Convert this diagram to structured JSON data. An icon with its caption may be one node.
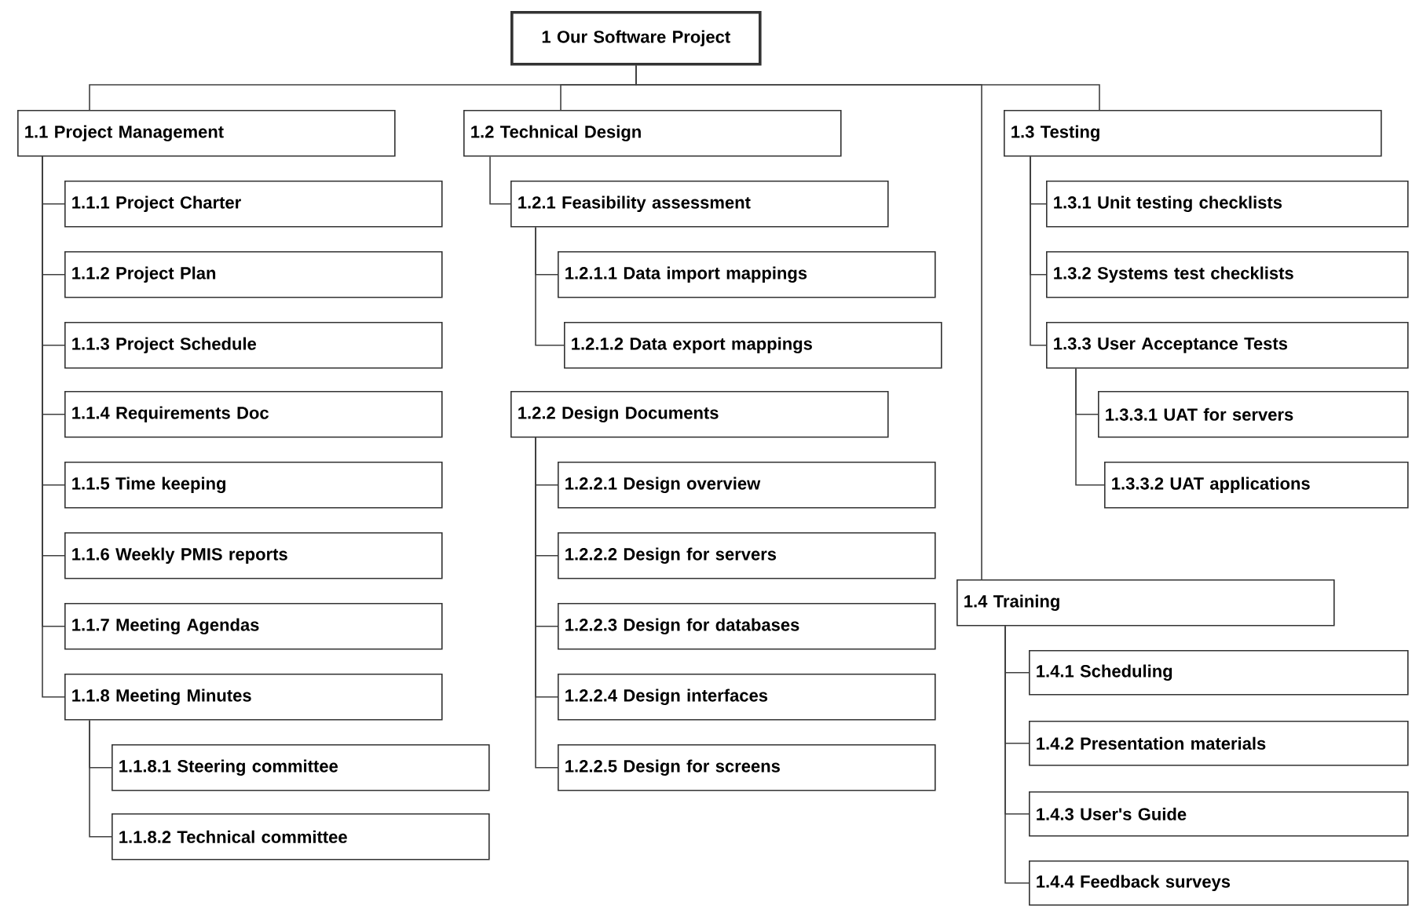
{
  "diagram": {
    "nodes": [
      {
        "text": [
          "1 Our Software Project"
        ]
      },
      {
        "text": [
          "1.1 Project Management"
        ]
      },
      {
        "text": [
          "1.1.1 Project Charter"
        ]
      },
      {
        "text": [
          "1.1.2 Project Plan"
        ]
      },
      {
        "text": [
          "1.1.3 Project Schedule"
        ]
      },
      {
        "text": [
          "1.1.4 Requirements Doc"
        ]
      },
      {
        "text": [
          "1.1.5 Time keeping"
        ]
      },
      {
        "text": [
          "1.1.6 Weekly PMIS reports"
        ]
      },
      {
        "text": [
          "1.1.7 Meeting Agendas"
        ]
      },
      {
        "text": [
          "1.1.8 Meeting Minutes"
        ]
      },
      {
        "text": [
          "1.1.8.1 Steering committee"
        ]
      },
      {
        "text": [
          "1.1.8.2 Technical committee"
        ]
      },
      {
        "text": [
          "1.2 Technical Design"
        ]
      },
      {
        "text": [
          "1.2.1 Feasibility assessment"
        ]
      },
      {
        "text": [
          "1.2.1.1 Data import mappings"
        ]
      },
      {
        "text": [
          "1.2.1.2 Data export mappings"
        ]
      },
      {
        "text": [
          "1.2.2 Design Documents"
        ]
      },
      {
        "text": [
          "1.2.2.1 Design overview"
        ]
      },
      {
        "text": [
          "1.2.2.2 Design for servers"
        ]
      },
      {
        "text": [
          "1.2.2.3 Design for databases"
        ]
      },
      {
        "text": [
          "1.2.2.4 Design interfaces"
        ]
      },
      {
        "text": [
          "1.2.2.5 Design for screens"
        ]
      },
      {
        "text": [
          "1.3 Testing"
        ]
      },
      {
        "text": [
          "1.3.1 Unit testing checklists"
        ]
      },
      {
        "text": [
          "1.3.2 Systems test checklists"
        ]
      },
      {
        "text": [
          "1.3.3 User Acceptance Tests"
        ]
      },
      {
        "text": [
          "1.3.3.1 UAT for servers"
        ]
      },
      {
        "text": [
          "1.3.3.2 UAT applications"
        ]
      },
      {
        "text": [
          "1.4 Training"
        ]
      },
      {
        "text": [
          "1.4.1 Scheduling"
        ]
      },
      {
        "text": [
          "1.4.2 Presentation materials"
        ]
      },
      {
        "text": [
          "1.4.3 User's Guide"
        ]
      },
      {
        "text": [
          "1.4.4 Feedback surveys"
        ]
      }
    ],
    "edges": [
      {
        "from": 0,
        "to": 1,
        "arrow": "none"
      },
      {
        "from": 0,
        "to": 12,
        "arrow": "none"
      },
      {
        "from": 0,
        "to": 22,
        "arrow": "none"
      },
      {
        "from": 0,
        "to": 28,
        "arrow": "none"
      },
      {
        "from": 1,
        "to": 2,
        "arrow": "none"
      },
      {
        "from": 1,
        "to": 3,
        "arrow": "none"
      },
      {
        "from": 1,
        "to": 4,
        "arrow": "none"
      },
      {
        "from": 1,
        "to": 5,
        "arrow": "none"
      },
      {
        "from": 1,
        "to": 6,
        "arrow": "none"
      },
      {
        "from": 1,
        "to": 7,
        "arrow": "none"
      },
      {
        "from": 1,
        "to": 8,
        "arrow": "none"
      },
      {
        "from": 1,
        "to": 9,
        "arrow": "none"
      },
      {
        "from": 9,
        "to": 10,
        "arrow": "none"
      },
      {
        "from": 9,
        "to": 11,
        "arrow": "none"
      },
      {
        "from": 12,
        "to": 13,
        "arrow": "none"
      },
      {
        "from": 13,
        "to": 14,
        "arrow": "none"
      },
      {
        "from": 13,
        "to": 15,
        "arrow": "none"
      },
      {
        "from": 16,
        "to": 17,
        "arrow": "none"
      },
      {
        "from": 16,
        "to": 18,
        "arrow": "none"
      },
      {
        "from": 16,
        "to": 19,
        "arrow": "none"
      },
      {
        "from": 16,
        "to": 20,
        "arrow": "none"
      },
      {
        "from": 16,
        "to": 21,
        "arrow": "none"
      },
      {
        "from": 22,
        "to": 23,
        "arrow": "none"
      },
      {
        "from": 22,
        "to": 24,
        "arrow": "none"
      },
      {
        "from": 22,
        "to": 25,
        "arrow": "none"
      },
      {
        "from": 25,
        "to": 26,
        "arrow": "none"
      },
      {
        "from": 25,
        "to": 27,
        "arrow": "none"
      },
      {
        "from": 28,
        "to": 29,
        "arrow": "none"
      },
      {
        "from": 28,
        "to": 30,
        "arrow": "none"
      },
      {
        "from": 28,
        "to": 31,
        "arrow": "none"
      },
      {
        "from": 28,
        "to": 32,
        "arrow": "none"
      }
    ]
  }
}
